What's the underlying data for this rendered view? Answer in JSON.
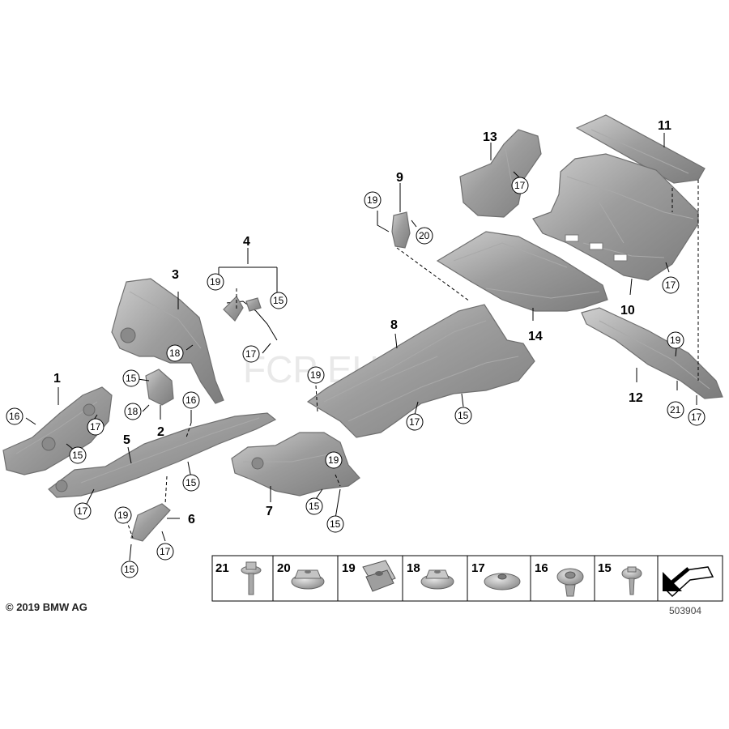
{
  "watermark": "FCP EURO",
  "copyright": "© 2019 BMW AG",
  "diagram_id": "503904",
  "callouts": {
    "c1": "1",
    "c2": "2",
    "c3": "3",
    "c4": "4",
    "c5": "5",
    "c6": "6",
    "c7": "7",
    "c8": "8",
    "c9": "9",
    "c10": "10",
    "c11": "11",
    "c12": "12",
    "c13": "13",
    "c14": "14"
  },
  "circled": {
    "n15": "15",
    "n16": "16",
    "n17": "17",
    "n18": "18",
    "n19": "19",
    "n20": "20",
    "n21": "21"
  },
  "legend": [
    "21",
    "20",
    "19",
    "18",
    "17",
    "16",
    "15"
  ]
}
